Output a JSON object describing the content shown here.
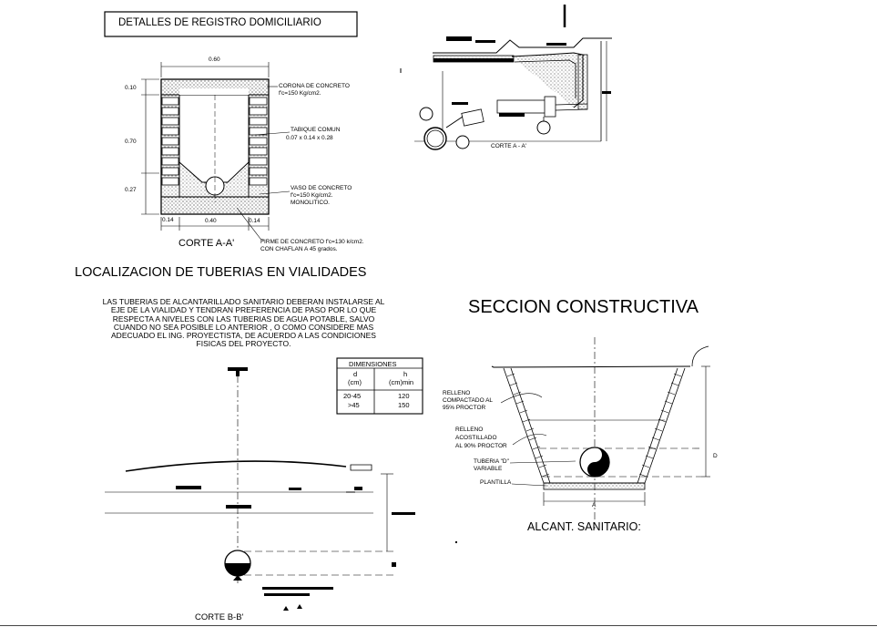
{
  "detail_box_title": "DETALLES DE REGISTRO DOMICILIARIO",
  "registro": {
    "dim_top": "0.60",
    "dim_left": [
      "0.10",
      "0.70",
      "0.27"
    ],
    "dim_bottom": [
      "0.14",
      "0.40",
      "0.14"
    ],
    "labels": {
      "corona_1": "CORONA DE CONCRETO",
      "corona_2": "f'c=150 Kg/cm2.",
      "tabique_1": "TABIQUE COMUN",
      "tabique_2": "0.07 x 0.14 x 0.28",
      "vaso_1": "VASO DE CONCRETO",
      "vaso_2": "f'c=150 Kg/cm2.",
      "vaso_3": "MONOLITICO.",
      "firme_1": "FIRME DE CONCRETO f'c=130 k/cm2.",
      "firme_2": "CON CHAFLAN A 45 grados."
    },
    "caption": "CORTE A-A'"
  },
  "corte_aa2_caption": "CORTE A - A'",
  "localizacion": {
    "title": "LOCALIZACION DE TUBERIAS EN VIALIDADES",
    "note": "LAS TUBERIAS DE ALCANTARILLADO SANITARIO DEBERAN INSTALARSE AL EJE DE LA VIALIDAD Y TENDRAN PREFERENCIA DE PASO POR LO QUE RESPECTA A NIVELES CON LAS TUBERIAS DE AGUA POTABLE, SALVO CUANDO NO SEA POSIBLE LO ANTERIOR , O COMO CONSIDERE MAS ADECUADO EL ING. PROYECTISTA, DE ACUERDO A LAS CONDICIONES FISICAS DEL PROYECTO.",
    "caption": "CORTE B-B'"
  },
  "dimensiones_table": {
    "title": "DIMENSIONES",
    "col_d": "d",
    "col_d_unit": "(cm)",
    "col_h": "h",
    "col_h_unit": "(cm)min",
    "rows": [
      {
        "d": "20-45",
        "h": "120"
      },
      {
        "d": ">45",
        "h": "150"
      }
    ]
  },
  "seccion": {
    "title": "SECCION CONSTRUCTIVA",
    "relleno_compactado": [
      "RELLENO",
      "COMPACTADO AL",
      "95% PROCTOR"
    ],
    "relleno_acostillado": [
      "RELLENO",
      "ACOSTILLADO",
      "AL 90% PROCTOR"
    ],
    "tuberia": [
      "TUBERIA \"D\"",
      "VARIABLE"
    ],
    "plantilla": "PLANTILLA",
    "dim_d": "D",
    "dim_a": "A",
    "caption": "ALCANT. SANITARIO:"
  }
}
